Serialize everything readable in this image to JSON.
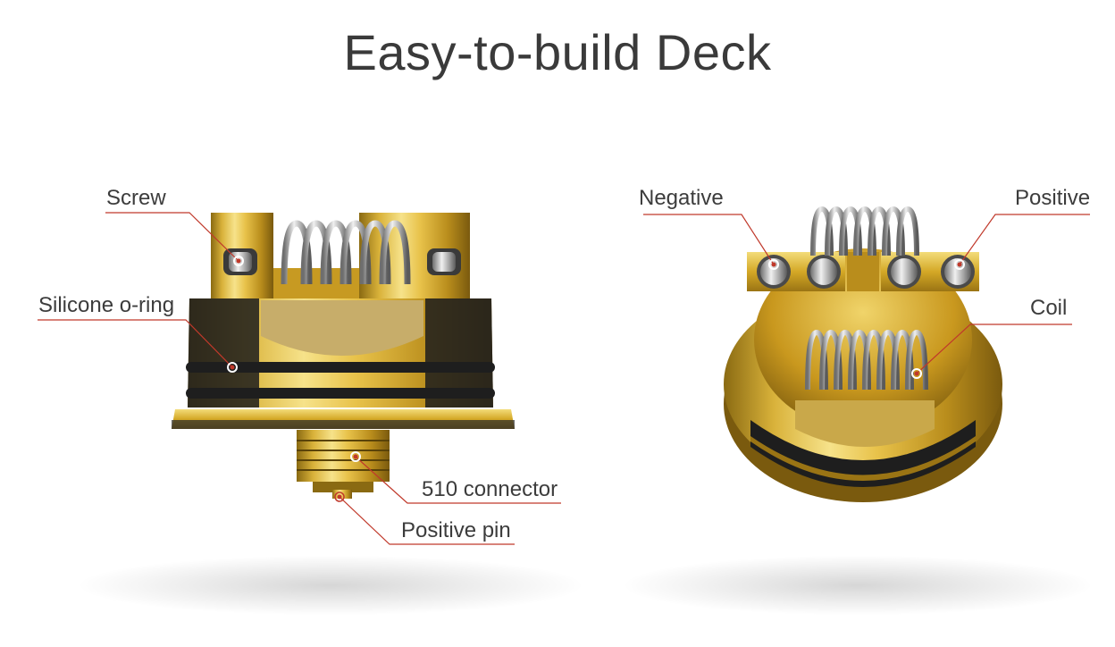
{
  "title": "Easy-to-build Deck",
  "labels": {
    "screw": "Screw",
    "silicone_oring": "Silicone o-ring",
    "connector_510": "510 connector",
    "positive_pin": "Positive pin",
    "negative": "Negative",
    "positive": "Positive",
    "coil": "Coil"
  },
  "colors": {
    "gold": "#d4a826",
    "gold_light": "#f3dc7a",
    "black_ring": "#1e1e1e",
    "leader_line": "#c0392b",
    "coil_steel": "#b8b8b8"
  }
}
